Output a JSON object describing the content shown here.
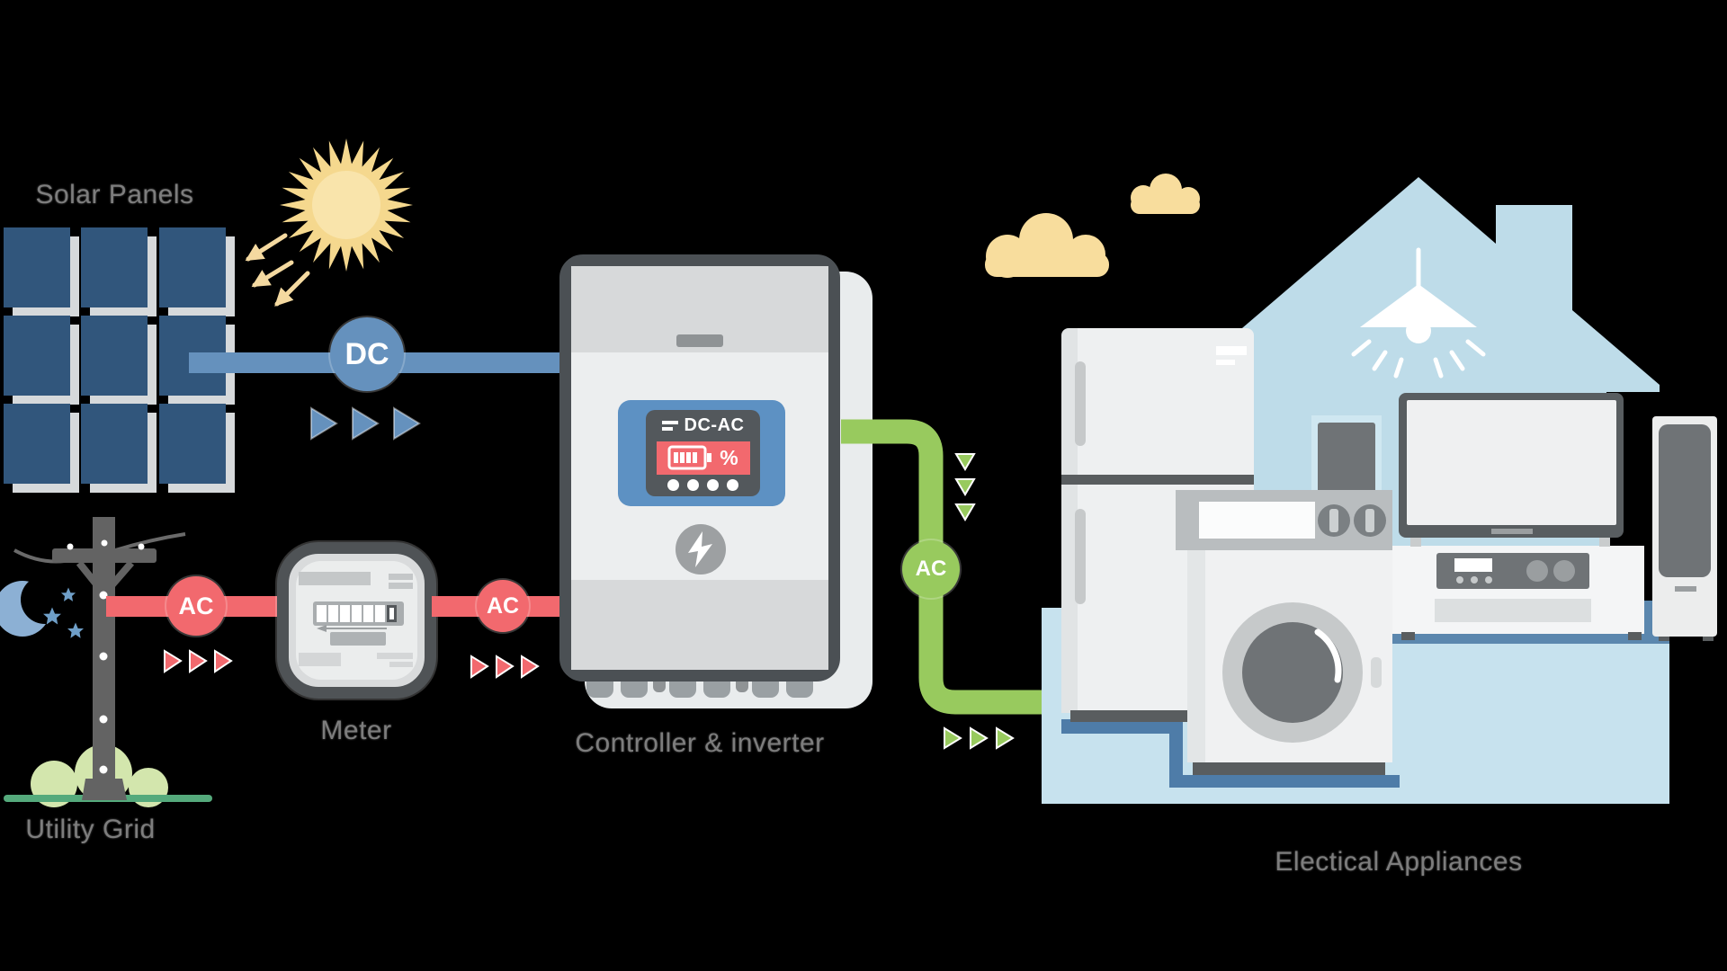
{
  "diagram": {
    "title": "Solar power system flow diagram",
    "type": "flow-diagram"
  },
  "labels": {
    "solar_panels": "Solar Panels",
    "utility_grid": "Utility Grid",
    "meter": "Meter",
    "controller": "Controller & inverter",
    "appliances": "Electical Appliances"
  },
  "badges": {
    "dc": "DC",
    "ac_grid": "AC",
    "ac_meter": "AC",
    "ac_output": "AC"
  },
  "controller_display": {
    "mode_label": "DC-AC",
    "battery_unit": "%"
  },
  "connections": [
    {
      "from": "Solar Panels",
      "to": "Controller & inverter",
      "current": "DC",
      "color": "#6591bd"
    },
    {
      "from": "Utility Grid",
      "to": "Meter",
      "current": "AC",
      "color": "#f2696e"
    },
    {
      "from": "Meter",
      "to": "Controller & inverter",
      "current": "AC",
      "color": "#f2696e"
    },
    {
      "from": "Controller & inverter",
      "to": "Electical Appliances",
      "current": "AC",
      "color": "#98ca5e"
    }
  ],
  "colors": {
    "dc_blue": "#6591bd",
    "ac_red": "#f2696e",
    "ac_green": "#98ca5e",
    "solar_panel": "#31567c",
    "house": "#bedce9",
    "floor": "#c7e2ee",
    "platform_edge": "#4e7ca8",
    "sun": "#f5d88e",
    "cloud": "#f8dd9d",
    "label_gray": "#7d7d7d"
  }
}
